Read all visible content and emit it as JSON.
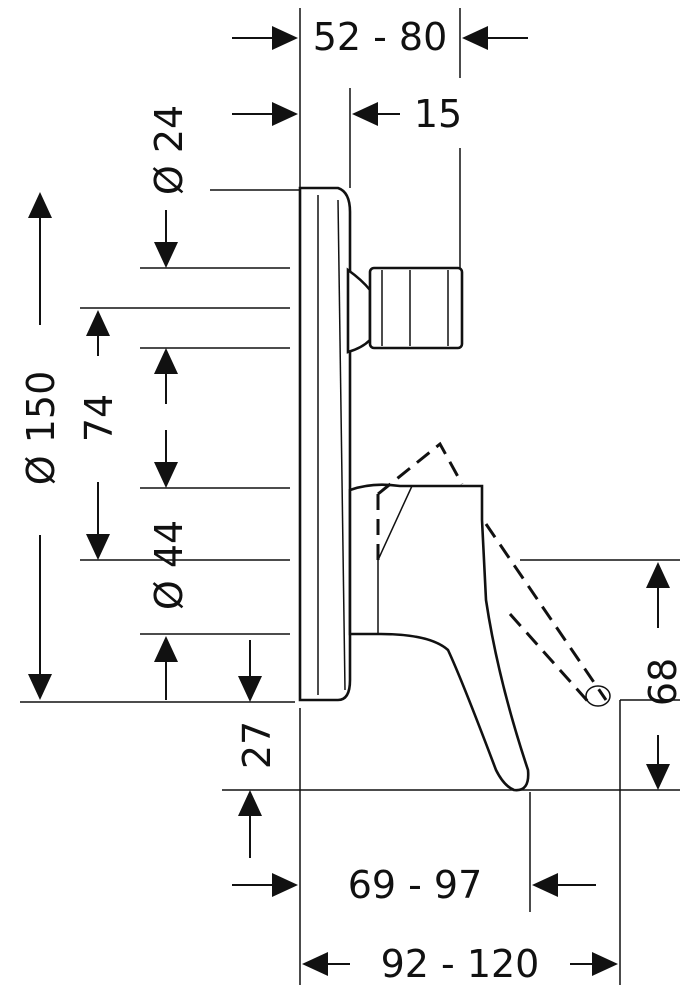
{
  "dimensions": {
    "wall_depth": "52 - 80",
    "knob_offset": "15",
    "diverter_diameter": "Ø 24",
    "plate_diameter": "Ø 150",
    "center_distance": "74",
    "lever_diameter": "Ø 44",
    "bottom_offset": "27",
    "lever_height": "68",
    "spout_projection": "69 - 97",
    "total_projection": "92 - 120"
  },
  "colors": {
    "line": "#111111",
    "background": "#ffffff"
  }
}
